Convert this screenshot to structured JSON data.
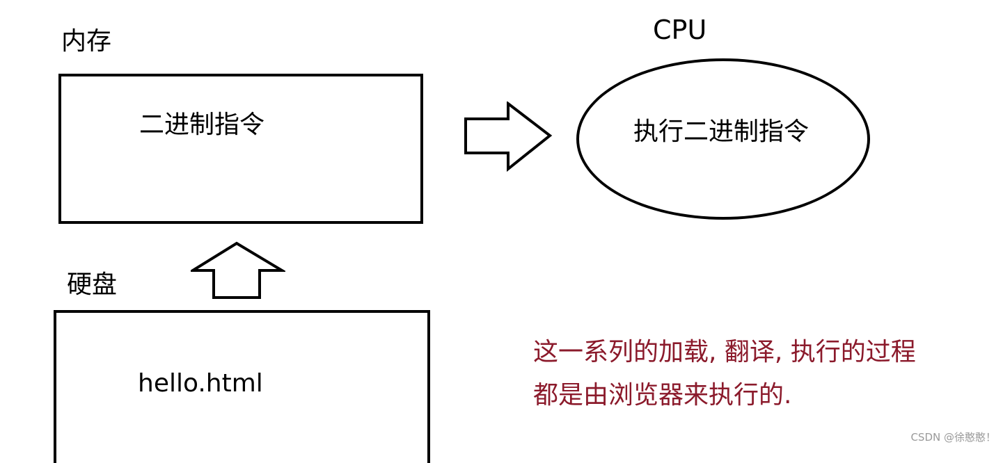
{
  "memory": {
    "title": "内存",
    "content": "二进制指令"
  },
  "cpu": {
    "title": "CPU",
    "content": "执行二进制指令"
  },
  "disk": {
    "title": "硬盘",
    "content": "hello.html"
  },
  "note": {
    "line1": "这一系列的加载, 翻译, 执行的过程",
    "line2": "都是由浏览器来执行的.",
    "color": "#8b1a2b"
  },
  "watermark": "CSDN @徐憨憨！",
  "icons": {
    "memory_to_cpu": "arrow-right-icon",
    "disk_to_memory": "arrow-up-icon"
  }
}
